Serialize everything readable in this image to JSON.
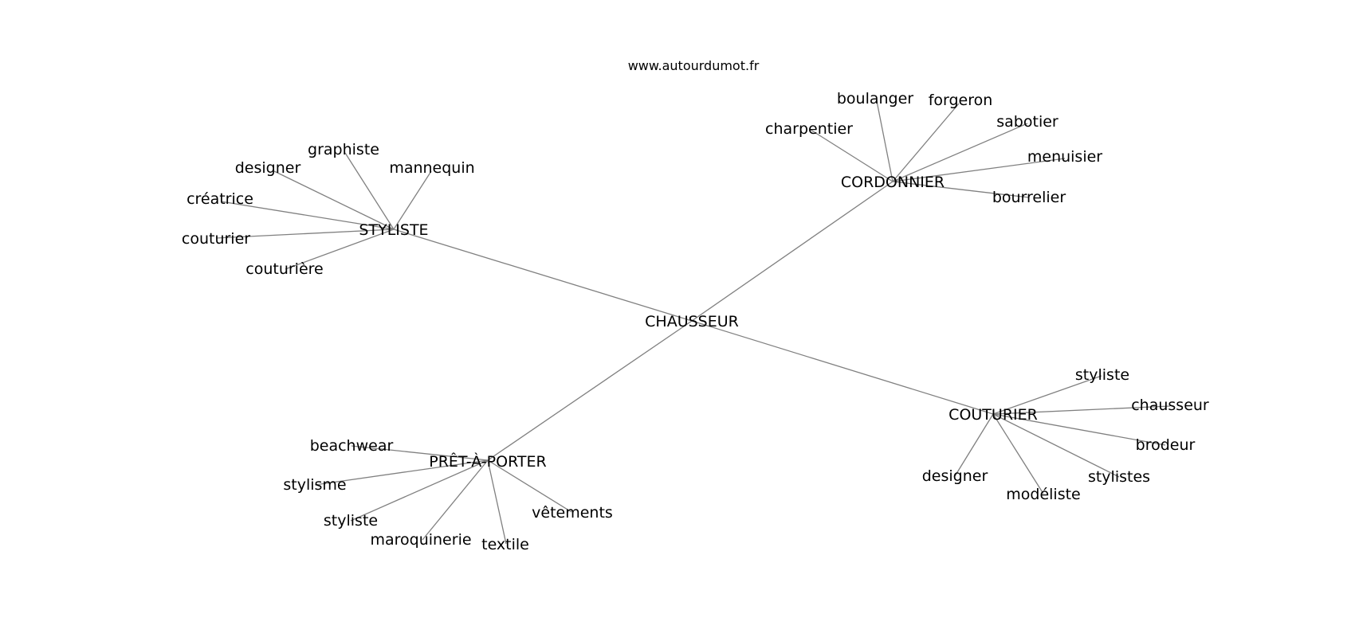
{
  "watermark": "www.autourdumot.fr",
  "center": "CHAUSSEUR",
  "clusters": [
    {
      "label": "STYLISTE",
      "children": [
        "graphiste",
        "designer",
        "mannequin",
        "créatrice",
        "couturier",
        "couturière"
      ]
    },
    {
      "label": "CORDONNIER",
      "children": [
        "boulanger",
        "forgeron",
        "charpentier",
        "sabotier",
        "menuisier",
        "bourrelier"
      ]
    },
    {
      "label": "PRÊT-À-PORTER",
      "children": [
        "beachwear",
        "stylisme",
        "styliste",
        "maroquinerie",
        "textile",
        "vêtements"
      ]
    },
    {
      "label": "COUTURIER",
      "children": [
        "styliste",
        "chausseur",
        "brodeur",
        "stylistes",
        "modéliste",
        "designer"
      ]
    }
  ]
}
